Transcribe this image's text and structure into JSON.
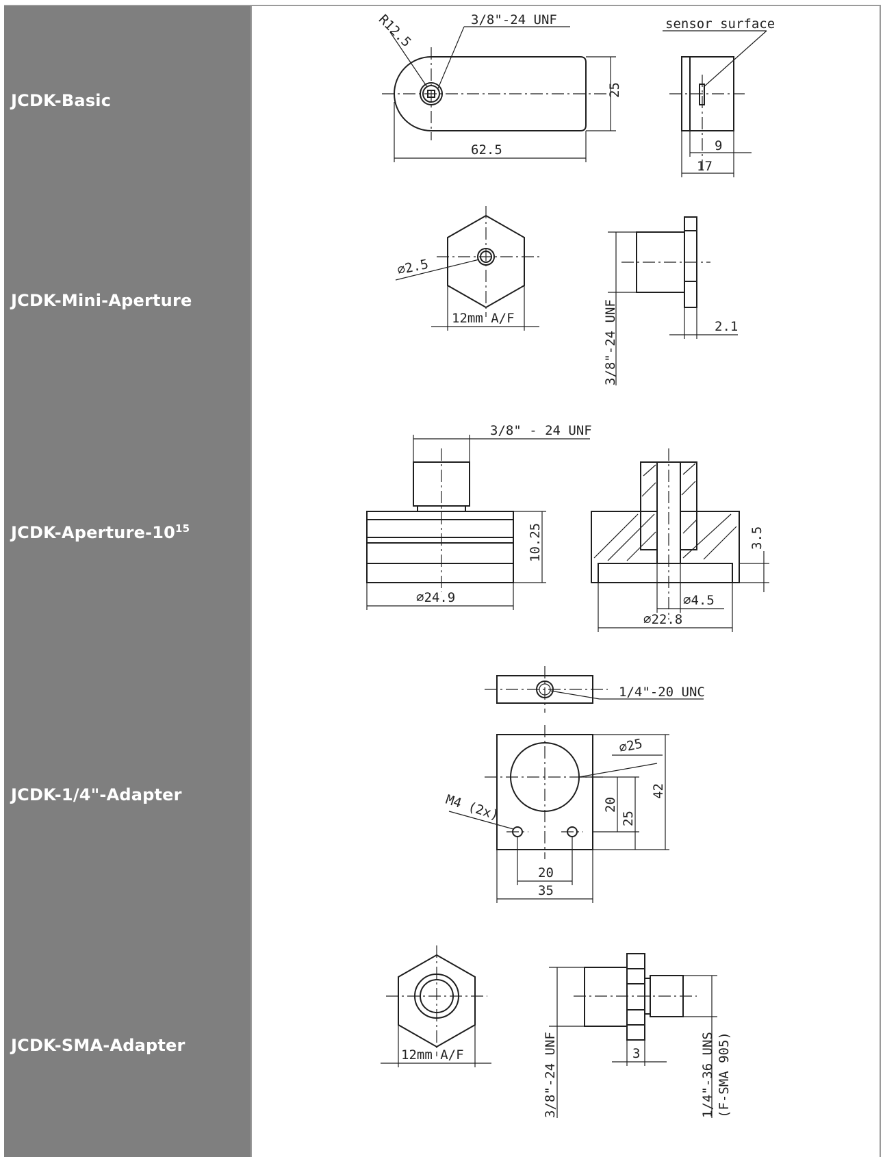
{
  "rows": [
    {
      "name": "JCDK-Basic",
      "dims": {
        "radius": "R12.5",
        "thread": "3/8\"-24 UNF",
        "surface": "sensor surface",
        "height": "25",
        "length": "62.5",
        "depth": "9",
        "width": "17"
      }
    },
    {
      "name": "JCDK-Mini-Aperture",
      "dims": {
        "hole": "⌀2.5",
        "af": "12mm A/F",
        "thread": "3/8\"-24 UNF",
        "flange": "2.1"
      }
    },
    {
      "name_main": "JCDK-Aperture-10",
      "name_sup": "15",
      "dims": {
        "thread": "3/8\" - 24 UNF",
        "height": "10.25",
        "diameter": "⌀24.9",
        "step": "3.5",
        "bore": "⌀4.5",
        "base": "⌀22.8"
      }
    },
    {
      "name": "JCDK-1/4\"-Adapter",
      "dims": {
        "thread": "1/4\"-20 UNC",
        "hole": "⌀25",
        "mount": "M4 (2x)",
        "h20": "20",
        "h25": "25",
        "h42": "42",
        "w20": "20",
        "w35": "35"
      }
    },
    {
      "name": "JCDK-SMA-Adapter",
      "dims": {
        "af": "12mm A/F",
        "thread": "3/8\"-24 UNF",
        "flange": "3",
        "sma1": "1/4\"-36 UNS",
        "sma2": "(F-SMA 905)"
      }
    }
  ]
}
